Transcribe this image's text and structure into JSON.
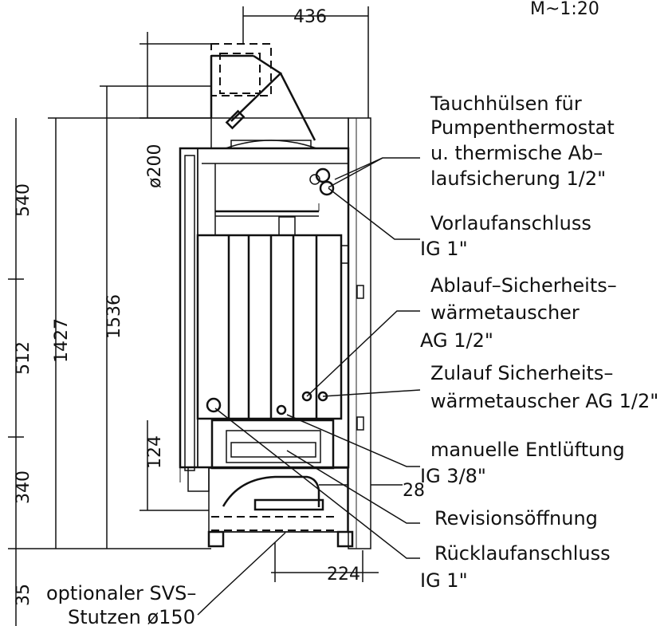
{
  "scale": "M~1:20",
  "dimensions": {
    "top_width": "436",
    "bottom_width": "224",
    "side_offset": "28",
    "flue_diameter": "ø200",
    "height_total": "1536",
    "height_body": "1427",
    "seg_upper": "540",
    "seg_middle": "512",
    "seg_lower": "340",
    "seg_foot": "35",
    "seg_base": "124"
  },
  "labels": {
    "tauch": [
      "Tauchhülsen für",
      "Pumpenthermostat",
      "u. thermische Ab–",
      "laufsicherung 1/2\""
    ],
    "vorlauf": [
      "Vorlaufanschluss",
      "IG  1\""
    ],
    "ablauf": [
      "Ablauf–Sicherheits–",
      "wärmetauscher",
      "AG  1/2\""
    ],
    "zulauf": [
      "Zulauf  Sicherheits–",
      "wärmetauscher  AG  1/2\""
    ],
    "entlueftung": [
      "manuelle  Entlüftung",
      "IG  3/8\""
    ],
    "revision": "Revisionsöffnung",
    "ruecklauf": [
      "Rücklaufanschluss",
      "IG  1\""
    ],
    "svs": [
      "optionaler  SVS–",
      "Stutzen  ø150"
    ]
  }
}
